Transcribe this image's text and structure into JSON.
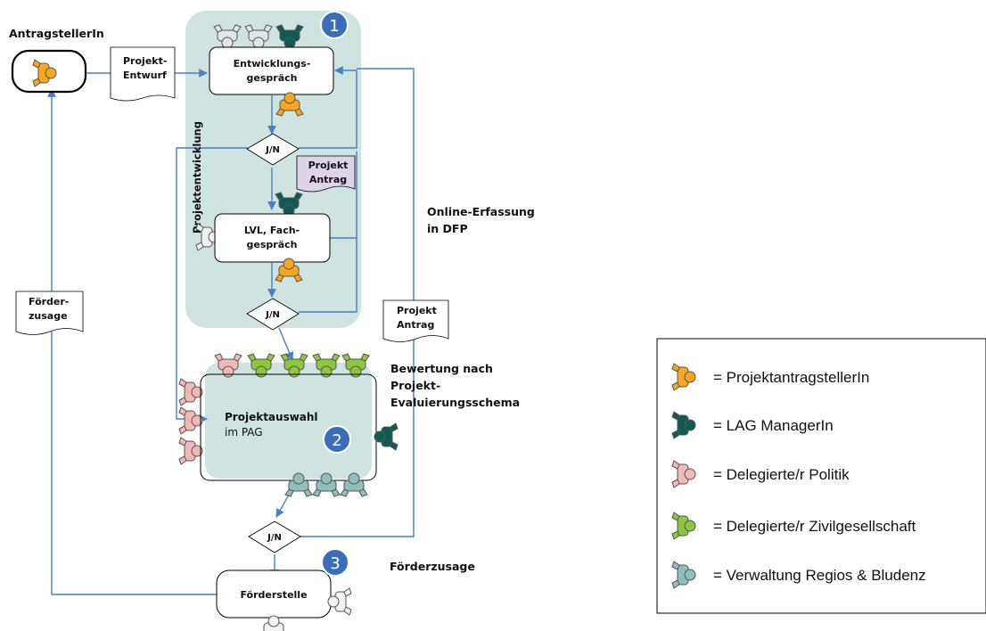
{
  "colors": {
    "antragsteller": "#f5a623",
    "lag_manager": "#0f5a52",
    "politik": "#f2b8b4",
    "zivilgesellschaft": "#8ec641",
    "verwaltung": "#8fbfbc",
    "panel": "#cfe3e1",
    "connector": "#4a7fc1",
    "number_badge": "#3a6fb7",
    "document_highlight": "#ddd3ea"
  },
  "actors": {
    "antragsteller_label": "AntragstellerIn"
  },
  "documents": {
    "projekt_entwurf": [
      "Projekt-",
      "Entwurf"
    ],
    "projekt_antrag_purple": [
      "Projekt",
      "Antrag"
    ],
    "projekt_antrag_white": [
      "Projekt",
      "Antrag"
    ],
    "foerderzusage_doc": [
      "Förder-",
      "zusage"
    ]
  },
  "process": {
    "entwicklungsgespraech": [
      "Entwicklungs-",
      "gespräch"
    ],
    "lvl_fachgespraech": [
      "LVL, Fach-",
      "gespräch"
    ],
    "projektauswahl": [
      "Projektauswahl",
      "im PAG"
    ],
    "foerderstelle": "Förderstelle"
  },
  "decisions": {
    "jn1": "J/N",
    "jn2": "J/N",
    "jn3": "J/N"
  },
  "annotations": {
    "projektentwicklung": "Projektentwicklung",
    "online_erfassung": [
      "Online-Erfassung",
      "in DFP"
    ],
    "bewertung": [
      "Bewertung nach",
      "Projekt-",
      "Evaluierungsschema"
    ],
    "foerderzusage": "Förderzusage"
  },
  "numbers": {
    "n1": "1",
    "n2": "2",
    "n3": "3"
  },
  "legend": [
    {
      "icon": "antragsteller-icon",
      "color": "#f5a623",
      "label": "= ProjektantragstellerIn"
    },
    {
      "icon": "lag-manager-icon",
      "color": "#0f5a52",
      "label": "= LAG ManagerIn"
    },
    {
      "icon": "politik-icon",
      "color": "#f2b8b4",
      "label": "= Delegierte/r Politik"
    },
    {
      "icon": "zivilgesellschaft-icon",
      "color": "#8ec641",
      "label": "= Delegierte/r Zivilgesellschaft"
    },
    {
      "icon": "verwaltung-icon",
      "color": "#8fbfbc",
      "label": "= Verwaltung Regios & Bludenz"
    }
  ]
}
